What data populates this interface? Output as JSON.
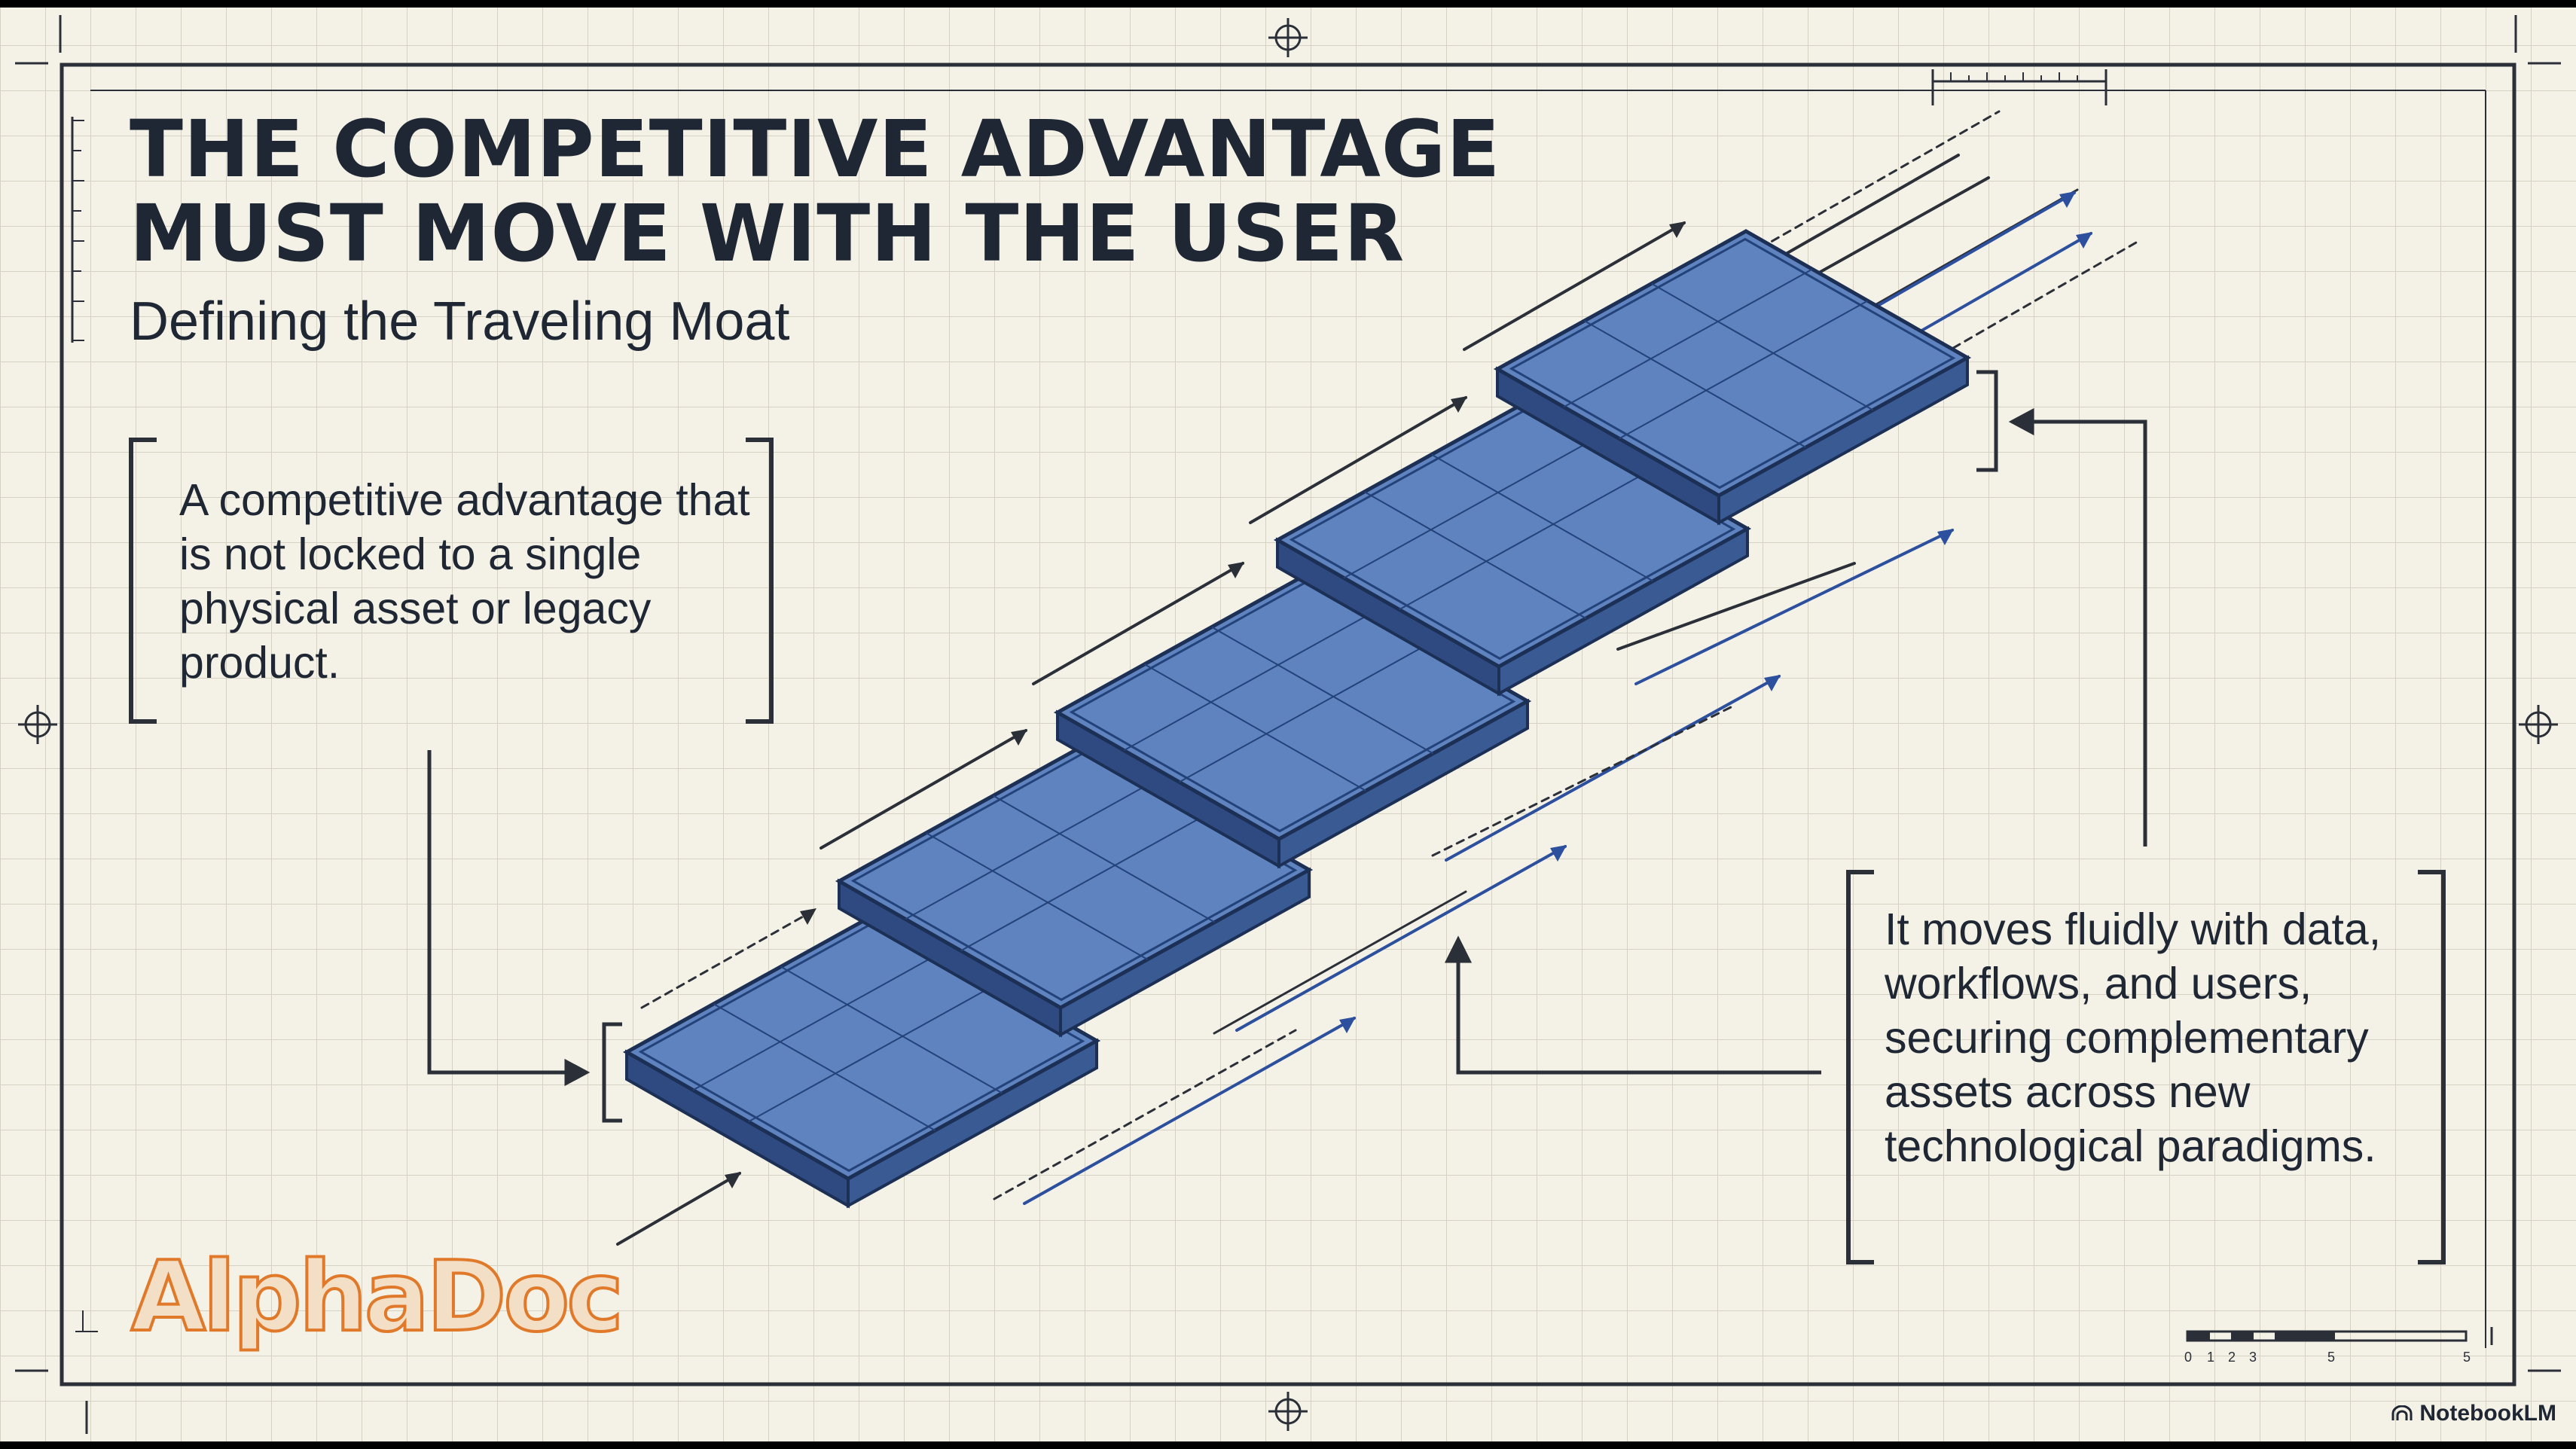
{
  "slide": {
    "title_line1": "THE COMPETITIVE ADVANTAGE",
    "title_line2": "MUST MOVE WITH THE USER",
    "subtitle": "Defining the Traveling Moat"
  },
  "callouts": {
    "left": "A competitive advantage that is not locked to a single physical asset or legacy product.",
    "right": "It moves fluidly with data, workflows, and users, securing complementary assets across new technological paradigms."
  },
  "scale_bar": {
    "labels": [
      "0",
      "1",
      "2",
      "3",
      "5",
      "5"
    ]
  },
  "logo": {
    "text": "AlphaDoc"
  },
  "brand": {
    "label": "NotebookLM",
    "icon": "notebooklm-icon"
  },
  "colors": {
    "paper": "#f4f1e6",
    "grid": "#d9d5c8",
    "ink": "#1e2733",
    "plate_top": "#5f83bf",
    "plate_side": "#2e4a80",
    "arrow_blue": "#2c4f9e",
    "logo_orange": "#e07a2a"
  }
}
